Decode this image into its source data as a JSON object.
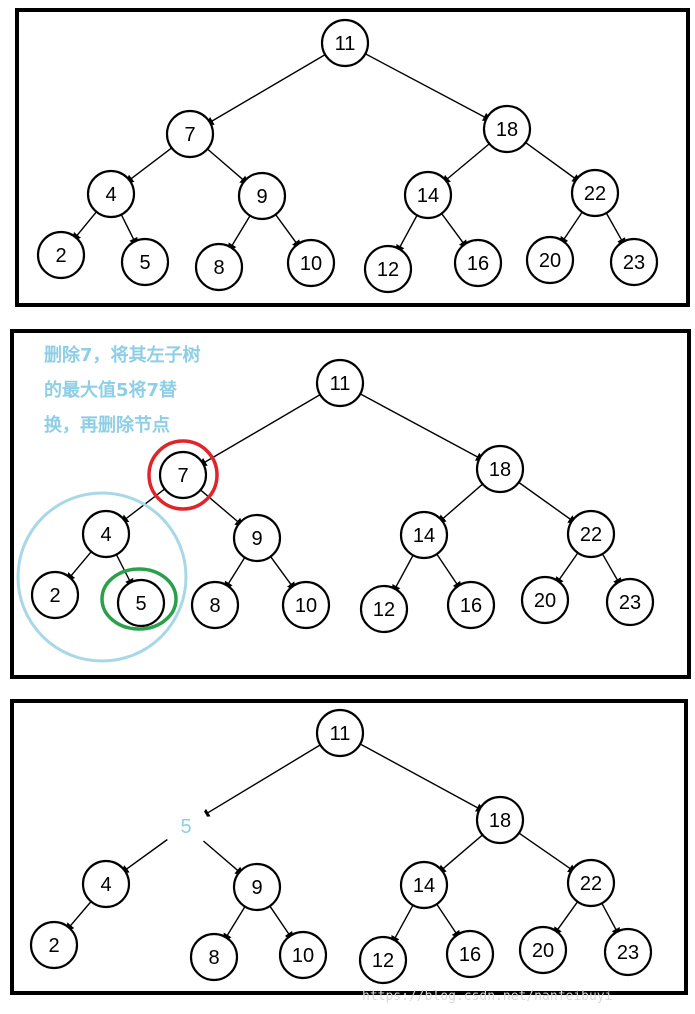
{
  "colors": {
    "annotation_text": "#8fcfe6",
    "subtree_circle": "#a8d8e8",
    "deleted_node_circle": "#e0242c",
    "replacement_node_circle": "#2aa04a",
    "replaced_value": "#8fcfe6"
  },
  "panels": [
    {
      "id": "p1",
      "nodes": [
        {
          "id": "n11",
          "label": "11"
        },
        {
          "id": "n7",
          "label": "7"
        },
        {
          "id": "n18",
          "label": "18"
        },
        {
          "id": "n4",
          "label": "4"
        },
        {
          "id": "n9",
          "label": "9"
        },
        {
          "id": "n14",
          "label": "14"
        },
        {
          "id": "n22",
          "label": "22"
        },
        {
          "id": "n2",
          "label": "2"
        },
        {
          "id": "n5",
          "label": "5"
        },
        {
          "id": "n8",
          "label": "8"
        },
        {
          "id": "n10",
          "label": "10"
        },
        {
          "id": "n12",
          "label": "12"
        },
        {
          "id": "n16",
          "label": "16"
        },
        {
          "id": "n20",
          "label": "20"
        },
        {
          "id": "n23",
          "label": "23"
        }
      ],
      "edges": [
        [
          "n11",
          "n7"
        ],
        [
          "n11",
          "n18"
        ],
        [
          "n7",
          "n4"
        ],
        [
          "n7",
          "n9"
        ],
        [
          "n18",
          "n14"
        ],
        [
          "n18",
          "n22"
        ],
        [
          "n4",
          "n2"
        ],
        [
          "n4",
          "n5"
        ],
        [
          "n9",
          "n8"
        ],
        [
          "n9",
          "n10"
        ],
        [
          "n14",
          "n12"
        ],
        [
          "n14",
          "n16"
        ],
        [
          "n22",
          "n20"
        ],
        [
          "n22",
          "n23"
        ]
      ]
    },
    {
      "id": "p2",
      "annotation": [
        "删除7，将其左子树",
        "的最大值5将7替",
        "换，再删除节点"
      ],
      "nodes": [
        {
          "id": "n11",
          "label": "11"
        },
        {
          "id": "n7",
          "label": "7"
        },
        {
          "id": "n18",
          "label": "18"
        },
        {
          "id": "n4",
          "label": "4"
        },
        {
          "id": "n9",
          "label": "9"
        },
        {
          "id": "n14",
          "label": "14"
        },
        {
          "id": "n22",
          "label": "22"
        },
        {
          "id": "n2",
          "label": "2"
        },
        {
          "id": "n5",
          "label": "5"
        },
        {
          "id": "n8",
          "label": "8"
        },
        {
          "id": "n10",
          "label": "10"
        },
        {
          "id": "n12",
          "label": "12"
        },
        {
          "id": "n16",
          "label": "16"
        },
        {
          "id": "n20",
          "label": "20"
        },
        {
          "id": "n23",
          "label": "23"
        }
      ],
      "edges": [
        [
          "n11",
          "n7"
        ],
        [
          "n11",
          "n18"
        ],
        [
          "n7",
          "n4"
        ],
        [
          "n7",
          "n9"
        ],
        [
          "n18",
          "n14"
        ],
        [
          "n18",
          "n22"
        ],
        [
          "n4",
          "n2"
        ],
        [
          "n4",
          "n5"
        ],
        [
          "n9",
          "n8"
        ],
        [
          "n9",
          "n10"
        ],
        [
          "n14",
          "n12"
        ],
        [
          "n14",
          "n16"
        ],
        [
          "n22",
          "n20"
        ],
        [
          "n22",
          "n23"
        ]
      ]
    },
    {
      "id": "p3",
      "nodes": [
        {
          "id": "n11",
          "label": "11"
        },
        {
          "id": "n5",
          "label": "5"
        },
        {
          "id": "n18",
          "label": "18"
        },
        {
          "id": "n4",
          "label": "4"
        },
        {
          "id": "n9",
          "label": "9"
        },
        {
          "id": "n14",
          "label": "14"
        },
        {
          "id": "n22",
          "label": "22"
        },
        {
          "id": "n2",
          "label": "2"
        },
        {
          "id": "n8",
          "label": "8"
        },
        {
          "id": "n10",
          "label": "10"
        },
        {
          "id": "n12",
          "label": "12"
        },
        {
          "id": "n16",
          "label": "16"
        },
        {
          "id": "n20",
          "label": "20"
        },
        {
          "id": "n23",
          "label": "23"
        }
      ],
      "edges": [
        [
          "n11",
          "n5"
        ],
        [
          "n11",
          "n18"
        ],
        [
          "n5",
          "n4"
        ],
        [
          "n5",
          "n9"
        ],
        [
          "n18",
          "n14"
        ],
        [
          "n18",
          "n22"
        ],
        [
          "n4",
          "n2"
        ],
        [
          "n9",
          "n8"
        ],
        [
          "n9",
          "n10"
        ],
        [
          "n14",
          "n12"
        ],
        [
          "n14",
          "n16"
        ],
        [
          "n22",
          "n20"
        ],
        [
          "n22",
          "n23"
        ]
      ]
    }
  ],
  "watermark": "https://blog.csdn.net/nanfeibuyi"
}
